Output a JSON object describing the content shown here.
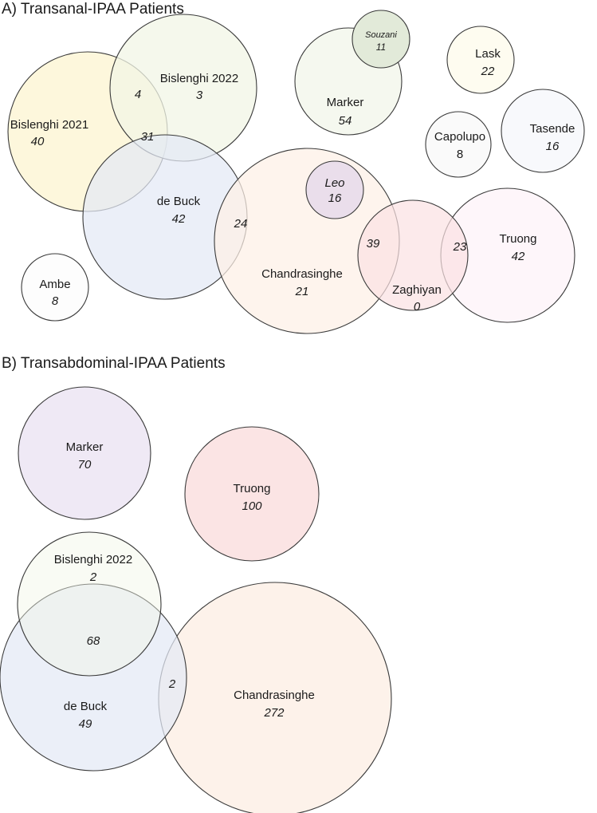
{
  "panel_a": {
    "title": "A) Transanal-IPAA Patients",
    "sets": {
      "bislenghi2021": {
        "name": "Bislenghi 2021",
        "count": "40",
        "color": "#fdf6d8"
      },
      "bislenghi2022": {
        "name": "Bislenghi 2022",
        "count": "3",
        "color": "#f1f6e6"
      },
      "debuck": {
        "name": "de Buck",
        "count": "42",
        "color": "#e3e9f5"
      },
      "chandrasinghe": {
        "name": "Chandrasinghe",
        "count": "21",
        "color": "#fdf0e6"
      },
      "leo": {
        "name": "Leo",
        "count": "16",
        "color": "#e8dcea"
      },
      "marker": {
        "name": "Marker",
        "count": "54",
        "color": "#f5f8ef"
      },
      "souzani": {
        "name": "Souzani",
        "count": "11",
        "color": "#e2ead9"
      },
      "lask": {
        "name": "Lask",
        "count": "22",
        "color": "#fefcf0"
      },
      "capolupo": {
        "name": "Capolupo",
        "count": "8",
        "color": "#fafafa"
      },
      "tasende": {
        "name": "Tasende",
        "count": "16",
        "color": "#f8f9fc"
      },
      "zaghiyan": {
        "name": "Zaghiyan",
        "count": "0",
        "color": "#fbe1e3"
      },
      "truong": {
        "name": "Truong",
        "count": "42",
        "color": "#fdf3f8"
      },
      "ambe": {
        "name": "Ambe",
        "count": "8",
        "color": "#fdfdfd"
      }
    },
    "overlaps": {
      "b2021_b2022": "4",
      "b2021_b2022_debuck": "31",
      "debuck_chandrasinghe": "24",
      "chandrasinghe_zaghiyan": "39",
      "zaghiyan_truong": "23"
    }
  },
  "panel_b": {
    "title": "B) Transabdominal-IPAA Patients",
    "sets": {
      "marker": {
        "name": "Marker",
        "count": "70",
        "color": "#efe9f5"
      },
      "truong": {
        "name": "Truong",
        "count": "100",
        "color": "#fbe4e4"
      },
      "bislenghi2022": {
        "name": "Bislenghi 2022",
        "count": "2",
        "color": "#f1f6e6"
      },
      "debuck": {
        "name": "de Buck",
        "count": "49",
        "color": "#e3e9f5"
      },
      "chandrasinghe": {
        "name": "Chandrasinghe",
        "count": "272",
        "color": "#fdf0e6"
      }
    },
    "overlaps": {
      "b2022_debuck": "68",
      "debuck_chandrasinghe": "2"
    }
  }
}
